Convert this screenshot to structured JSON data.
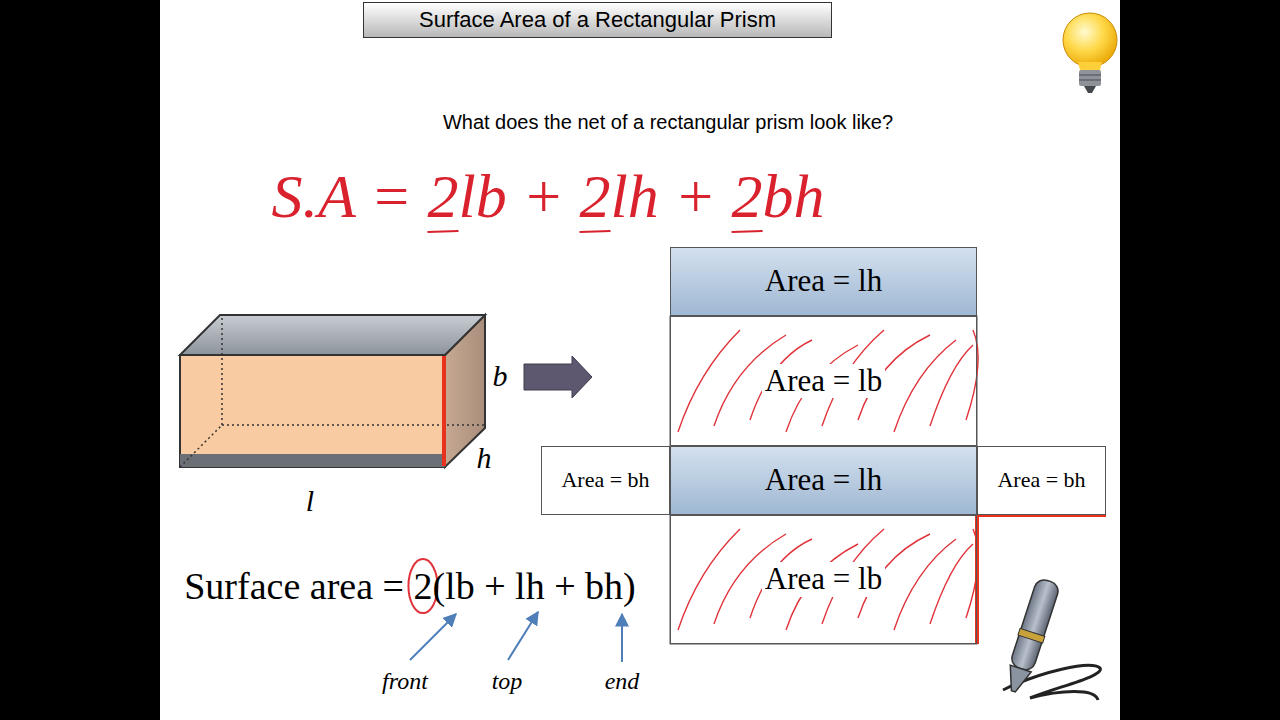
{
  "diagram": {
    "title": "Surface Area of a Rectangular Prism",
    "nodes": [
      {
        "text": [
          "Area = lh"
        ]
      },
      {
        "text": [
          "Area = lb"
        ]
      },
      {
        "text": [
          "Area = bh"
        ]
      },
      {
        "text": [
          "Area = lh"
        ]
      },
      {
        "text": [
          "Area = bh"
        ]
      },
      {
        "text": [
          "Area = lb"
        ]
      }
    ],
    "labels": [
      "What does the net of a rectangular prism look like?",
      "S.A = 2lb + 2lh + 2bh",
      "b",
      "h",
      "l",
      "Surface area = 2(lb + lh + bh)",
      "front",
      "top",
      "end"
    ]
  }
}
